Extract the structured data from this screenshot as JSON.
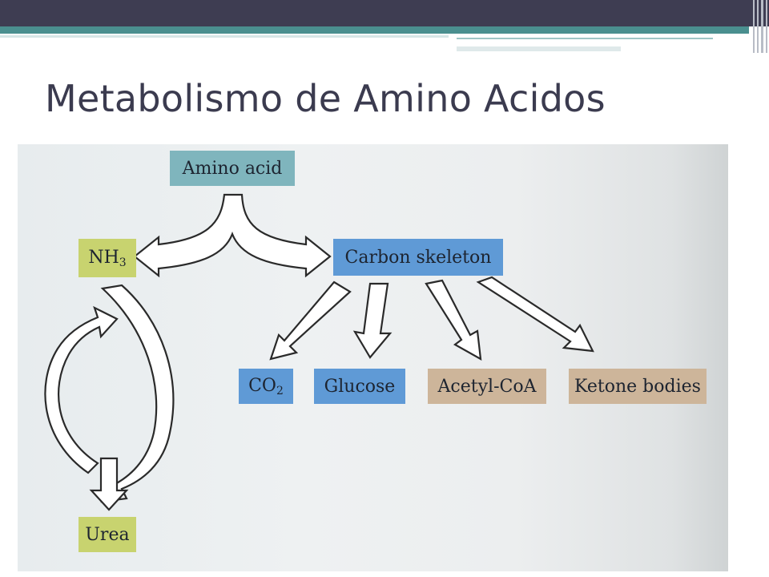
{
  "slide": {
    "title": "Metabolismo de Amino Acidos"
  },
  "diagram": {
    "nodes": {
      "amino_acid": "Amino acid",
      "nh3": "NH",
      "nh3_sub": "3",
      "carbon_skeleton": "Carbon skeleton",
      "co2": "CO",
      "co2_sub": "2",
      "glucose": "Glucose",
      "acetyl_coa": "Acetyl-CoA",
      "ketone_bodies": "Ketone bodies",
      "urea": "Urea"
    },
    "colors": {
      "amino_acid": "#7fb5bd",
      "nh3": "#c8d36f",
      "urea": "#c8d36f",
      "carbon_skeleton": "#5f9ad6",
      "co2": "#5f9ad6",
      "glucose": "#5f9ad6",
      "acetyl_coa": "#cdb59a",
      "ketone_bodies": "#cdb59a"
    }
  }
}
